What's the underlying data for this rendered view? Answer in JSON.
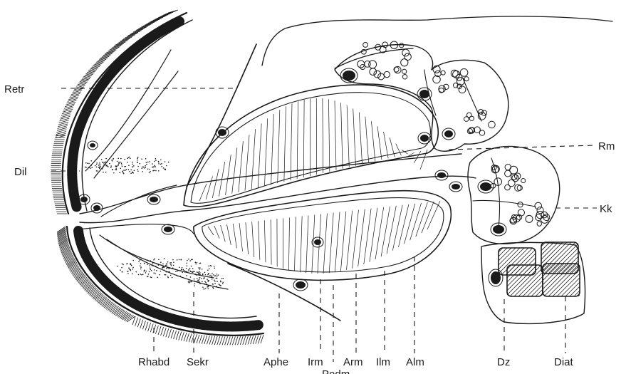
{
  "labels": {
    "retr": "Retr",
    "dil": "Dil",
    "rm": "Rm",
    "kk": "Kk",
    "rhabd": "Rhabd",
    "sekr": "Sekr",
    "aphe": "Aphe",
    "irm": "Irm",
    "arm": "Arm",
    "ilm": "Ilm",
    "alm": "Alm",
    "podm": "Podm",
    "dz": "Dz",
    "diat": "Diat"
  },
  "colors": {
    "ink": "#1a1a1a",
    "paper": "#ffffff"
  }
}
